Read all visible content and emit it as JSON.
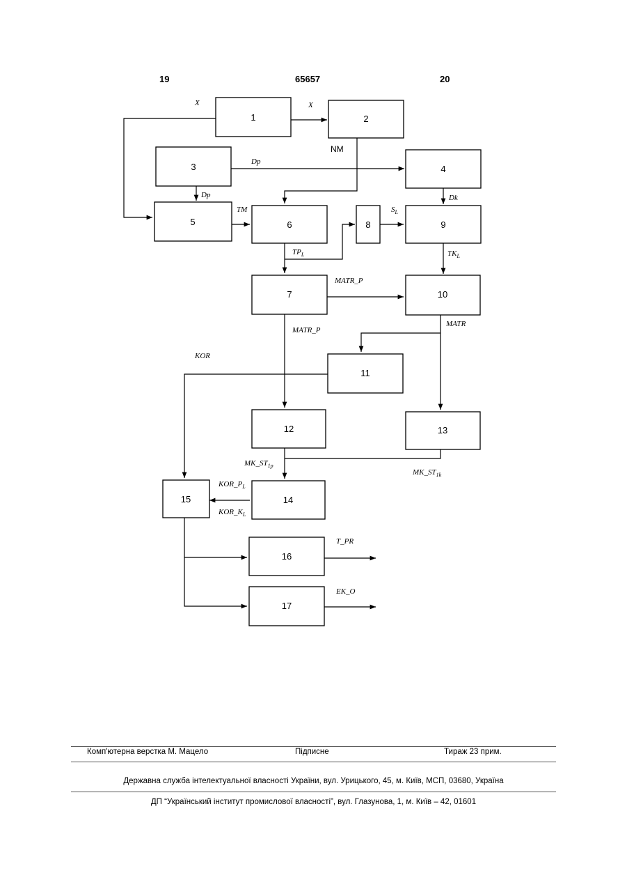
{
  "header": {
    "left_page": "19",
    "patent_number": "65657",
    "right_page": "20"
  },
  "diagram": {
    "blocks": [
      "1",
      "2",
      "3",
      "4",
      "5",
      "6",
      "7",
      "8",
      "9",
      "10",
      "11",
      "12",
      "13",
      "14",
      "15",
      "16",
      "17"
    ],
    "labels": {
      "x_in": "X",
      "x_out": "X",
      "nm": "NM",
      "dp_top": "Dp",
      "dp_left": "Dp",
      "dk": "Dk",
      "tm": "TM",
      "s": "S",
      "s_sub": "L",
      "tp": "TP",
      "tp_sub": "L",
      "tk": "TK",
      "tk_sub": "L",
      "matr_p_top": "MATR_P",
      "matr_p_left": "MATR_P",
      "matr": "MATR",
      "kor": "KOR",
      "mk_st_p": "MK_ST",
      "mk_st_p_sub": "1p",
      "mk_st_k": "MK_ST",
      "mk_st_k_sub": "1k",
      "kor_p": "KOR_P",
      "kor_p_sub": "L",
      "kor_k": "KOR_K",
      "kor_k_sub": "L",
      "t_pr": "T_PR",
      "ek_o": "EK_O"
    }
  },
  "footer": {
    "layout": "Комп'ютерна верстка М. Мацело",
    "signed": "Підписне",
    "circulation": "Тираж 23 прим.",
    "service": "Державна служба інтелектуальної власності України, вул. Урицького, 45, м. Київ, МСП, 03680, Україна",
    "institute": "ДП “Український інститут промислової власності”, вул. Глазунова, 1, м. Київ – 42, 01601"
  }
}
